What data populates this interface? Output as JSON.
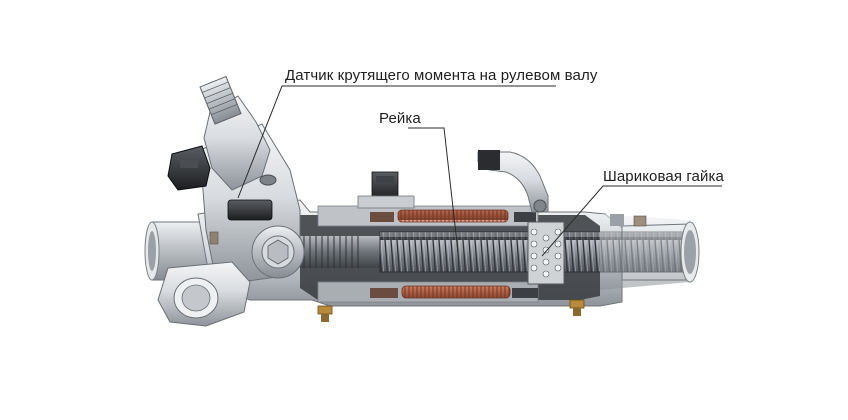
{
  "labels": {
    "torque_sensor": "Датчик крутящего момента на рулевом валу",
    "rack": "Рейка",
    "ball_nut": "Шариковая гайка"
  },
  "colors": {
    "housing": "#d9dce0",
    "housing_shadow": "#9da2a8",
    "rack_thread": "#5d6268",
    "motor_winding": "#c27b62",
    "leader_line": "#2a2a2a",
    "fastener_brass": "#b88a3a",
    "connector": "#1f1f1f"
  }
}
